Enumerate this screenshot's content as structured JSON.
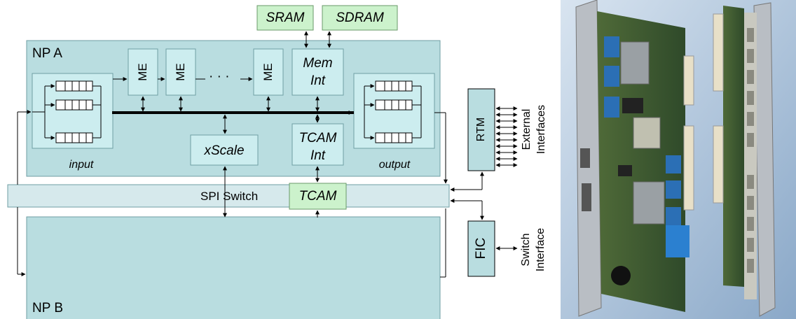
{
  "colors": {
    "np_fill": "#b9dde0",
    "np_stroke": "#6f9ea3",
    "mem_fill": "#ccf2cc",
    "switch_fill": "#d6e9ec",
    "line": "#000000"
  },
  "diagram": {
    "np_a_label": "NP A",
    "np_b_label": "NP B",
    "me_label": "ME",
    "me_dots": "· · ·",
    "mem_int_line1": "Mem",
    "mem_int_line2": "Int",
    "sram": "SRAM",
    "sdram": "SDRAM",
    "input_label": "input",
    "output_label": "output",
    "xscale": "xScale",
    "tcam_int_line1": "TCAM",
    "tcam_int_line2": "Int",
    "spi_switch": "SPI Switch",
    "tcam": "TCAM",
    "rtm": "RTM",
    "fic": "FIC",
    "external_interfaces_1": "External",
    "external_interfaces_2": "Interfaces",
    "switch_interface_1": "Switch",
    "switch_interface_2": "Interface"
  },
  "photo": {
    "icon": "line-card-photo"
  }
}
